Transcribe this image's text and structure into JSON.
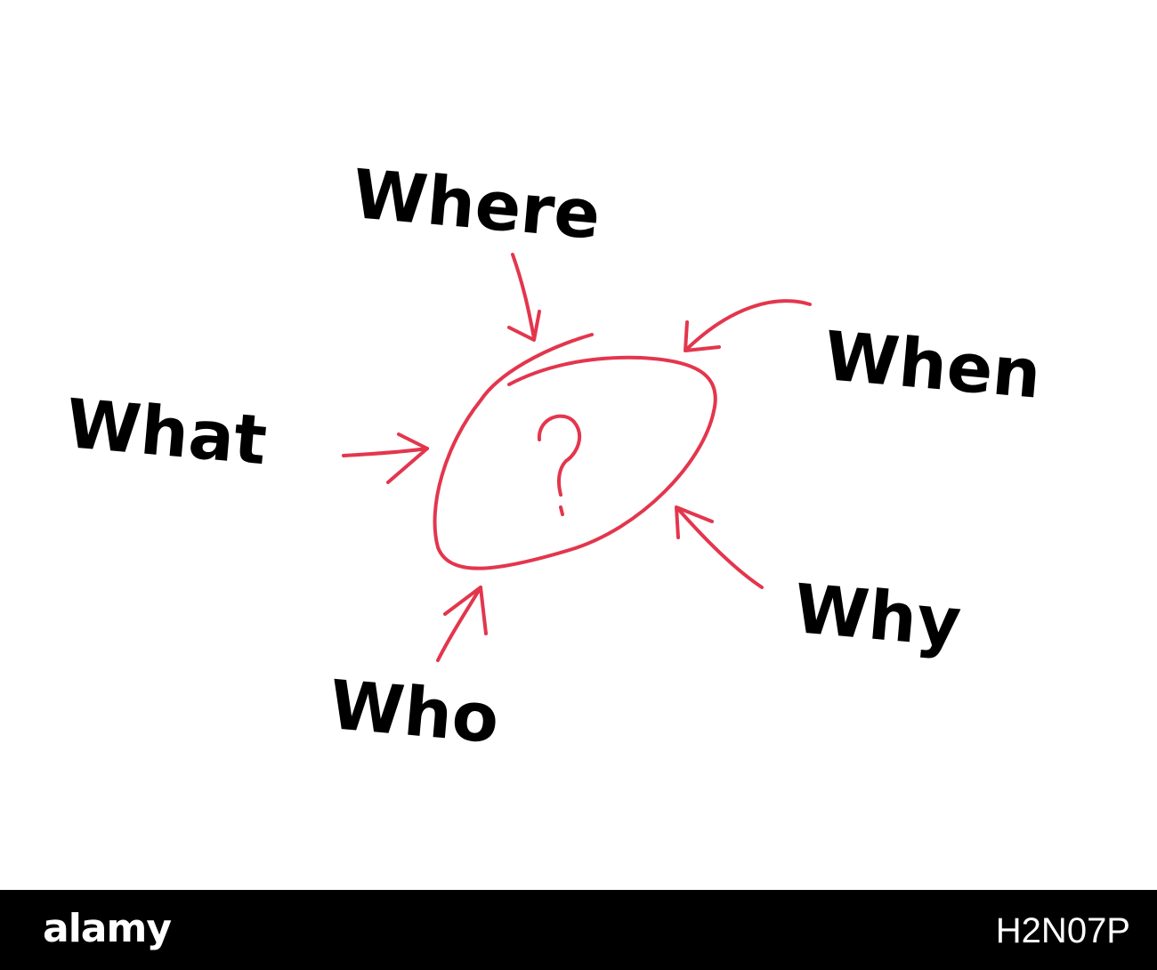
{
  "diagram": {
    "center_symbol": "?",
    "ink_color": "#e3364d",
    "words": {
      "where": "Where",
      "when": "When",
      "what": "What",
      "why": "Why",
      "who": "Who"
    }
  },
  "footer": {
    "logo": "alamy",
    "image_code": "H2N07P"
  }
}
